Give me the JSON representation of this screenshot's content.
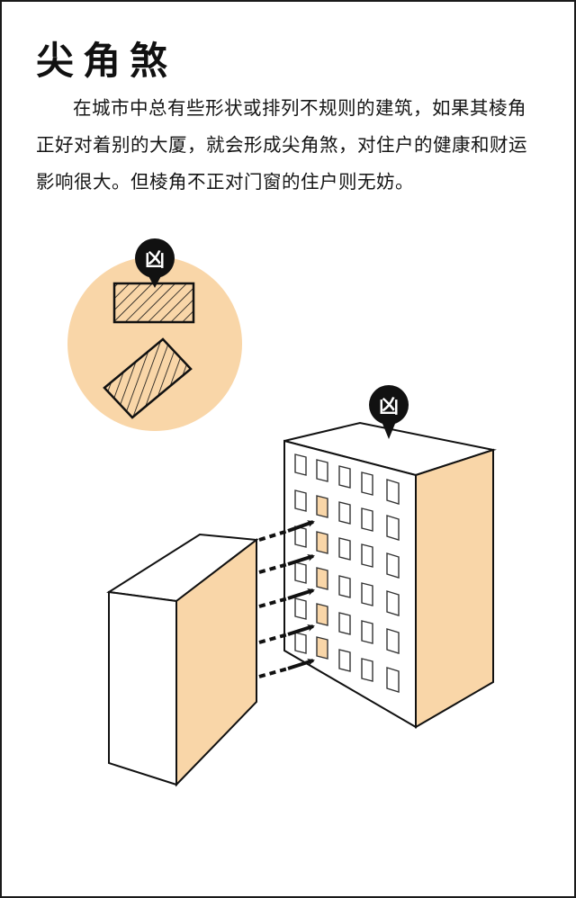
{
  "page": {
    "title": "尖角煞",
    "paragraph": "在城市中总有些形状或排列不规则的建筑，如果其棱角正好对着别的大厦，就会形成尖角煞，对住户的健康和财运影响很大。但棱角不正对门窗的住户则无妨。"
  },
  "illustration": {
    "colors": {
      "accent": "#f9d6a8",
      "line": "#111111",
      "background": "#ffffff"
    },
    "inset_diagram": {
      "description": "top-view circle showing a rectangular building with its corner pointing at another building",
      "marker_icon": "bad-omen-marker-icon",
      "marker_glyph": "凶"
    },
    "main_diagram": {
      "description": "a building's sharp corner aimed at the windows of a tower block",
      "marker_icon": "bad-omen-marker-icon",
      "marker_glyph": "凶",
      "window_grid": {
        "columns": 5,
        "rows": 6
      },
      "highlighted_windows": 5,
      "arrows": 5
    }
  }
}
